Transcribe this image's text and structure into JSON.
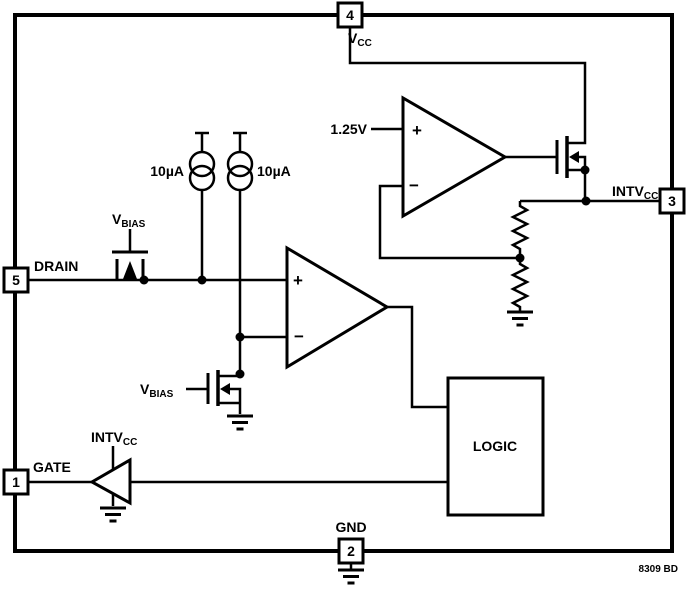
{
  "diagram": {
    "footer": "8309 BD",
    "pins": [
      {
        "number": "4",
        "label_main": "V",
        "label_sub": "CC"
      },
      {
        "number": "3",
        "label_main": "INTV",
        "label_sub": "CC"
      },
      {
        "number": "5",
        "label": "DRAIN"
      },
      {
        "number": "1",
        "label": "GATE"
      },
      {
        "number": "2",
        "label": "GND"
      }
    ],
    "components": {
      "reference_voltage": "1.25V",
      "current_source_left": "10µA",
      "current_source_right": "10µA",
      "vbias_top": {
        "main": "V",
        "sub": "BIAS"
      },
      "vbias_bottom": {
        "main": "V",
        "sub": "BIAS"
      },
      "buffer_supply": {
        "main": "INTV",
        "sub": "CC"
      },
      "logic_block": "LOGIC",
      "comparator_main": {
        "plus": "+",
        "minus": "−"
      },
      "comparator_ref": {
        "plus": "+",
        "minus": "−"
      }
    }
  }
}
